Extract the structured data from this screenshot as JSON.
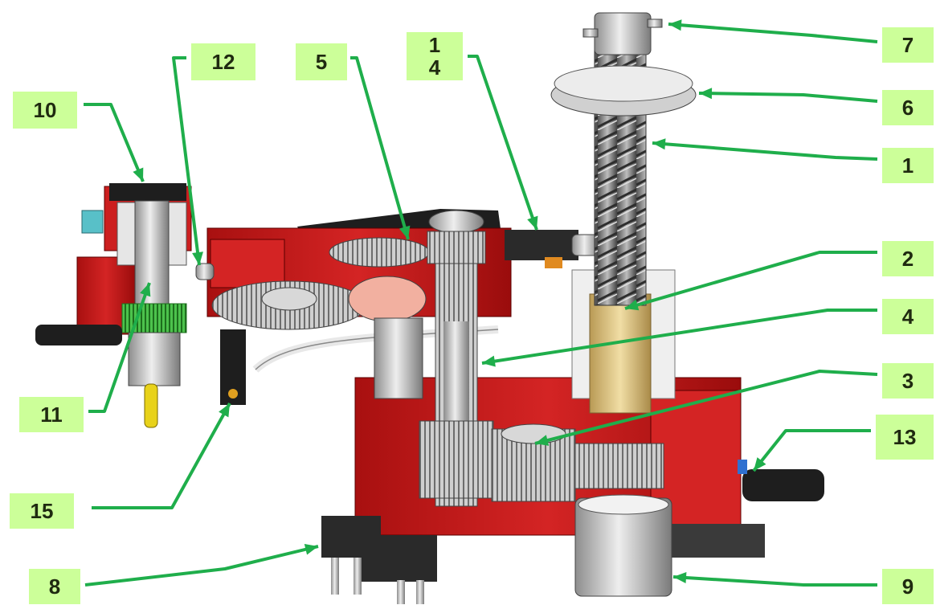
{
  "colors": {
    "leader_line": "#1fae4b",
    "label_fill": "#ccff99",
    "housing_red": "#cc1f1f",
    "gear_silver": "#c8c8c8",
    "bronze_sleeve": "#e3c98a",
    "black_clamp": "#1e1e1e"
  },
  "callouts": [
    {
      "id": "callout-1",
      "text": "1"
    },
    {
      "id": "callout-2",
      "text": "2"
    },
    {
      "id": "callout-3",
      "text": "3"
    },
    {
      "id": "callout-4",
      "text": "4"
    },
    {
      "id": "callout-5",
      "text": "5"
    },
    {
      "id": "callout-6",
      "text": "6"
    },
    {
      "id": "callout-7",
      "text": "7"
    },
    {
      "id": "callout-8",
      "text": "8"
    },
    {
      "id": "callout-9",
      "text": "9"
    },
    {
      "id": "callout-10",
      "text": "10"
    },
    {
      "id": "callout-11",
      "text": "11"
    },
    {
      "id": "callout-12",
      "text": "12"
    },
    {
      "id": "callout-13",
      "text": "13"
    },
    {
      "id": "callout-14",
      "text": "1\n4"
    },
    {
      "id": "callout-15",
      "text": "15"
    }
  ]
}
